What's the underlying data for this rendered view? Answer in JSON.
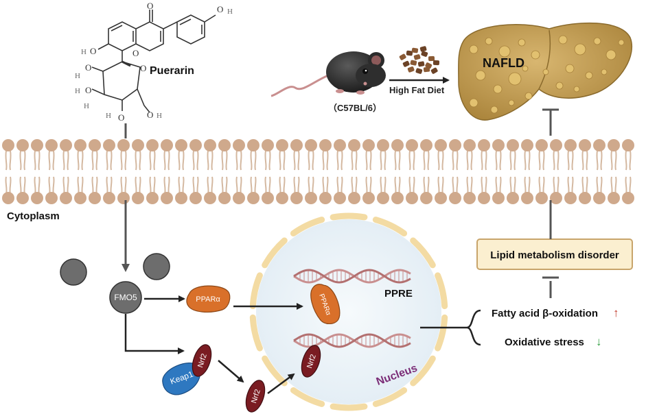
{
  "molecule": {
    "name": "Puerarin",
    "atoms": {
      "o_top": "O",
      "oh_right_h": "H",
      "oh_right_o": "O",
      "o_ring": "O",
      "h_left": "H",
      "o_left": "O",
      "o_sugar1": "O",
      "h_sugar1": "H",
      "o_sugar_ring": "O",
      "h_sugar_mid": "H",
      "o_sugar_mid": "O",
      "h_sugar_low": "H",
      "o_sugar_low": "O",
      "h_sugar_bot": "H",
      "o_ch2oh": "O",
      "h_ch2oh": "H"
    }
  },
  "mouse": {
    "strain": "（C57BL/6）"
  },
  "diet": {
    "label": "High Fat Diet"
  },
  "liver": {
    "label": "NAFLD"
  },
  "compartments": {
    "cytoplasm": "Cytoplasm",
    "nucleus": "Nucleus"
  },
  "proteins": {
    "fmo5": "FMO5",
    "ppara_cyto": "PPARα",
    "ppara_nuc": "PPARα",
    "nrf2_keap": "Nrf2",
    "keap1": "Keap1",
    "nrf2_free": "Nrf2",
    "nrf2_nuc": "Nrf2"
  },
  "dna": {
    "ppre": "PPRE"
  },
  "outcomes": {
    "disorder": "Lipid metabolism disorder",
    "fatty_acid": "Fatty acid β-oxidation",
    "oxidative": "Oxidative stress",
    "arrow_up": "↑",
    "arrow_down": "↓"
  },
  "colors": {
    "membrane_head": "#cfa98c",
    "membrane_tail": "#d4b8a0",
    "fmo5": "#6d6d6d",
    "ppara": "#d9702a",
    "nrf2": "#7a1c22",
    "keap1": "#2e78c0",
    "nucleus_fill": "#eef4f8",
    "nucleus_envelope": "#f3dba3",
    "dna": "#c98f8f",
    "disorder_fill": "#fbefd0",
    "disorder_border": "#c8a46a",
    "liver": "#c9a358",
    "nucleus_text": "#7b2d77",
    "up_arrow": "#c0392b",
    "down_arrow": "#2e9d3f"
  }
}
